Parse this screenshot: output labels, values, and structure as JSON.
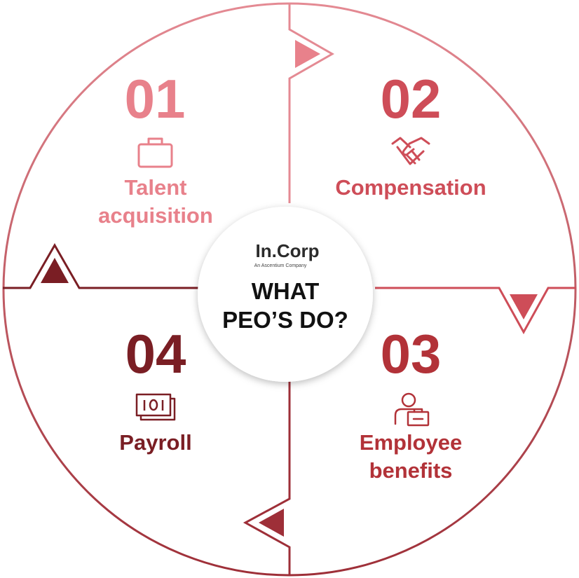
{
  "center": {
    "brand": {
      "main": "In.Corp",
      "tagline": "An Ascentium Company"
    },
    "title_line1": "WHAT",
    "title_line2": "PEO’S DO?"
  },
  "quadrants": [
    {
      "number": "01",
      "icon": "briefcase-icon",
      "label_lines": [
        "Talent",
        "acquisition"
      ],
      "color": "#E8818B"
    },
    {
      "number": "02",
      "icon": "handshake-icon",
      "label_lines": [
        "Compensation"
      ],
      "color": "#CE4D58"
    },
    {
      "number": "03",
      "icon": "employee-benefits-icon",
      "label_lines": [
        "Employee",
        "benefits"
      ],
      "color": "#B23238"
    },
    {
      "number": "04",
      "icon": "cash-icon",
      "label_lines": [
        "Payroll"
      ],
      "color": "#7A1E24"
    }
  ],
  "colors": {
    "ring_top": "#E48A93",
    "ring_bottom": "#9E2F38"
  }
}
